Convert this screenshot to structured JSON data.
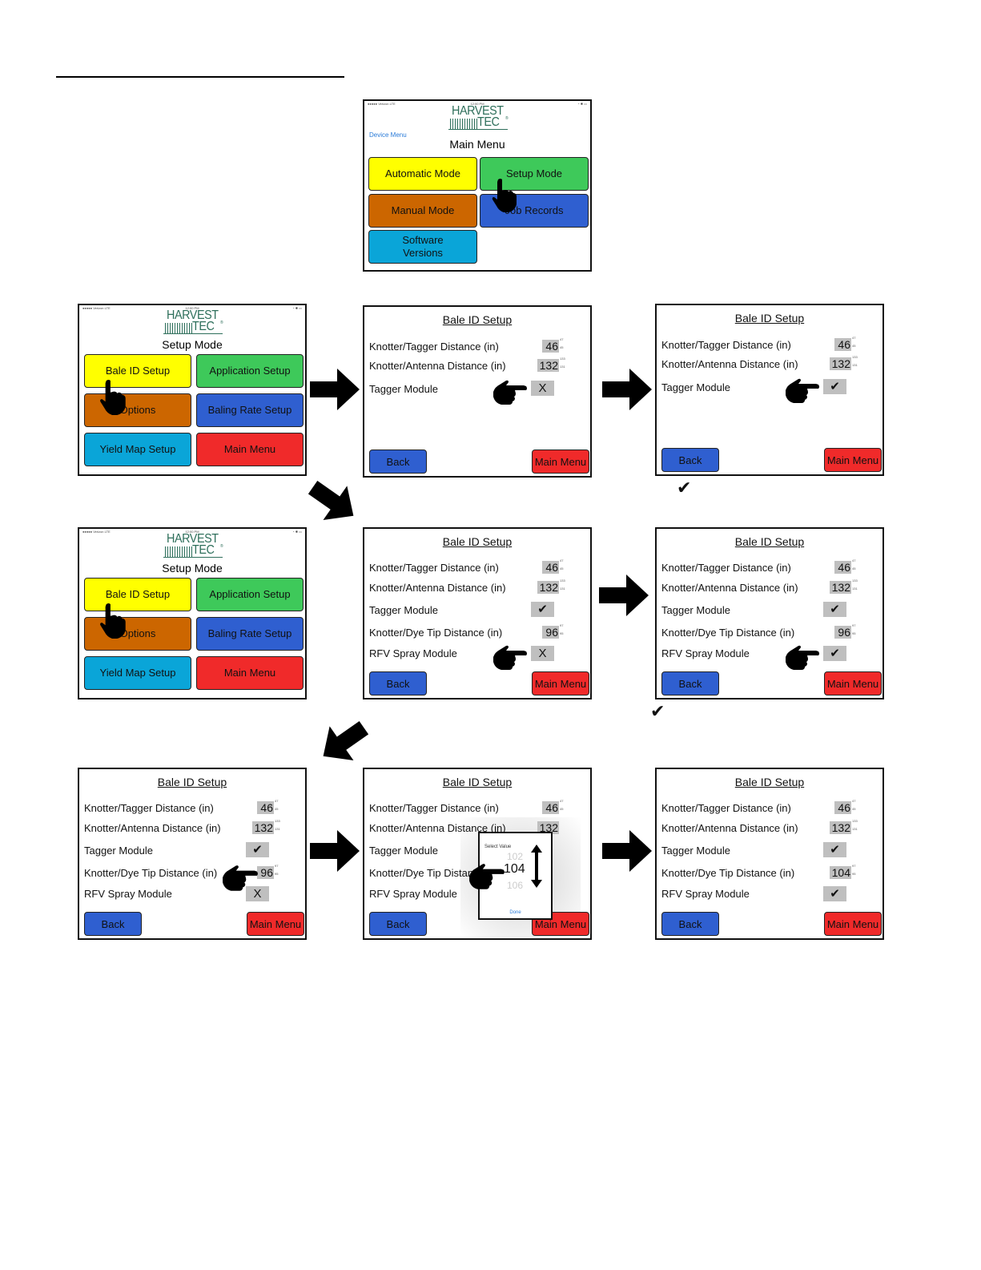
{
  "status_bar": {
    "carrier": "●●●●● Verizon LTE",
    "time": "12:00 PM",
    "battery": "◔ ✱ ▭"
  },
  "logo": {
    "line1": "HARVEST",
    "line2": "TEC",
    "reg": "®"
  },
  "main_menu": {
    "device_link": "Device Menu",
    "title": "Main Menu",
    "buttons": [
      "Automatic Mode",
      "Setup Mode",
      "Manual Mode",
      "Job Records",
      "Software Versions"
    ]
  },
  "setup_mode": {
    "title": "Setup Mode",
    "buttons": [
      "Bale ID Setup",
      "Application Setup",
      "Options",
      "Baling Rate Setup",
      "Yield Map Setup",
      "Main Menu"
    ]
  },
  "bale_id": {
    "title": "Bale ID Setup",
    "labels": {
      "tagger_dist": "Knotter/Tagger Distance (in)",
      "antenna_dist": "Knotter/Antenna Distance (in)",
      "tagger_module": "Tagger Module",
      "dye_dist": "Knotter/Dye Tip Distance (in)",
      "rfv_module": "RFV Spray Module"
    },
    "values": {
      "tagger": "46",
      "antenna": "132",
      "dye": "96",
      "dye_new": "104"
    },
    "ticks": {
      "tagger": [
        "47",
        "45"
      ],
      "antenna": [
        "133",
        "131"
      ],
      "dye": [
        "97",
        "95"
      ]
    },
    "toggle_off": "X",
    "toggle_on": "✔",
    "back": "Back",
    "main_menu": "Main Menu"
  },
  "picker": {
    "title": "Select Value",
    "value": "104",
    "prev": "102",
    "next": "106",
    "done": "Done"
  },
  "notes": {
    "check1": "✔",
    "check2": "✔"
  }
}
